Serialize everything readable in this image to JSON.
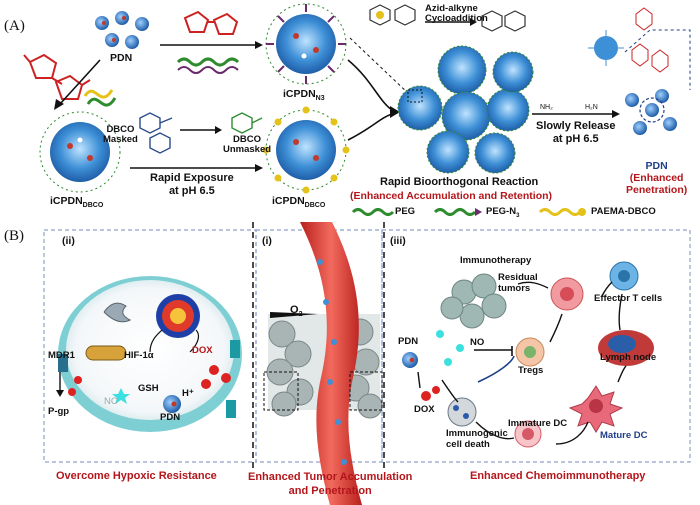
{
  "panel_a": {
    "tag": "(A)",
    "pdn_label": "PDN",
    "icpdn_n3": {
      "main": "iCPDN",
      "sub": "N3"
    },
    "icpdn_dbco_left": {
      "main": "iCPDN",
      "sub": "DBCO"
    },
    "icpdn_dbco_right": {
      "main": "iCPDN",
      "sub": "DBCO"
    },
    "dbco_masked": [
      "DBCO",
      "Masked"
    ],
    "dbco_unmasked": [
      "DBCO",
      "Unmasked"
    ],
    "rapid_exposure": [
      "Rapid Exposure",
      "at pH 6.5"
    ],
    "cycloaddition": [
      "Azid-alkyne",
      "Cycloaddition"
    ],
    "bioorthogonal": "Rapid Bioorthogonal Reaction",
    "epr": "(Enhanced Accumulation and Retention)",
    "slow_release": [
      "Slowly Release",
      "at pH 6.5"
    ],
    "nh2_left": "NH₂",
    "nh2_right": "H₂N",
    "pdn_enhanced": [
      "PDN",
      "(Enhanced",
      "Penetration)"
    ],
    "legend": {
      "peg": "PEG",
      "peg_n3": "PEG-N",
      "peg_n3_sub": "3",
      "paema": "PAEMA-DBCO"
    }
  },
  "panel_b": {
    "tag": "(B)",
    "sub_ii": "(ii)",
    "sub_i": "(i)",
    "sub_iii": "(iii)",
    "ii_labels": {
      "mdr1": "MDR1",
      "hif": "HIF-1α",
      "dox": "DOX",
      "gsh": "GSH",
      "h_plus": "H⁺",
      "no": "NO",
      "pdn": "PDN",
      "pgp": "P-gp"
    },
    "i_labels": {
      "o2": "O",
      "o2_sub": "2"
    },
    "iii_labels": {
      "immunotherapy": "Immunotherapy",
      "residual": [
        "Residual",
        "tumors"
      ],
      "effector": "Effector T cells",
      "pdn": "PDN",
      "no": "NO",
      "tregs": "Tregs",
      "lymph": "Lymph node",
      "dox": "DOX",
      "immunogenic": [
        "Immunogenic",
        "cell death"
      ],
      "immature": "Immature DC",
      "mature": "Mature DC"
    },
    "captions": {
      "ii": "Overcome Hypoxic Resistance",
      "i": [
        "Enhanced  Tumor Accumulation",
        "and Penetration"
      ],
      "iii": "Enhanced Chemoimmunotherapy"
    }
  },
  "colors": {
    "accent_red": "#b3161b",
    "nanoparticle_blue": "#3d8fd6",
    "peg_green": "#2e8b2e",
    "peg_n3_purple": "#6b2a6b",
    "dbco_yellow": "#e5c21a",
    "cell_teal": "#8fd3d6",
    "vessel_red": "#e2403c"
  }
}
